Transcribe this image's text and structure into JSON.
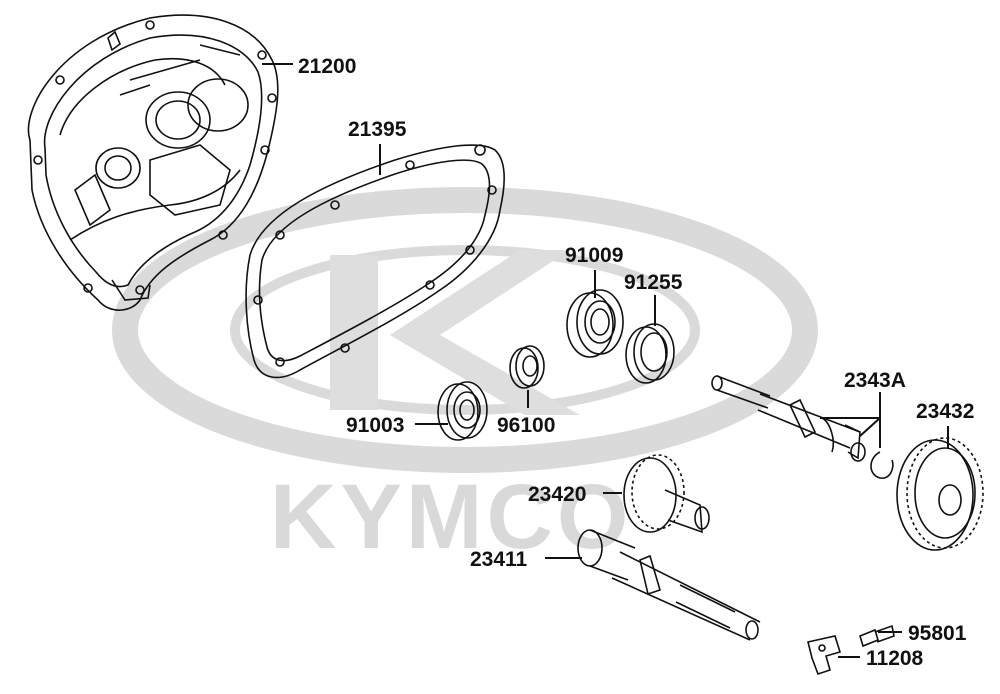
{
  "watermark": {
    "brand_text": "KYMCO",
    "color": "#d9d9d9"
  },
  "callouts": [
    {
      "id": "21200"
    },
    {
      "id": "21395"
    },
    {
      "id": "91009"
    },
    {
      "id": "91255"
    },
    {
      "id": "91003"
    },
    {
      "id": "96100"
    },
    {
      "id": "2343A"
    },
    {
      "id": "23432"
    },
    {
      "id": "23420"
    },
    {
      "id": "23411"
    },
    {
      "id": "95801"
    },
    {
      "id": "11208"
    }
  ],
  "style": {
    "line_color": "#111111",
    "label_color": "#111111",
    "background": "#ffffff"
  }
}
